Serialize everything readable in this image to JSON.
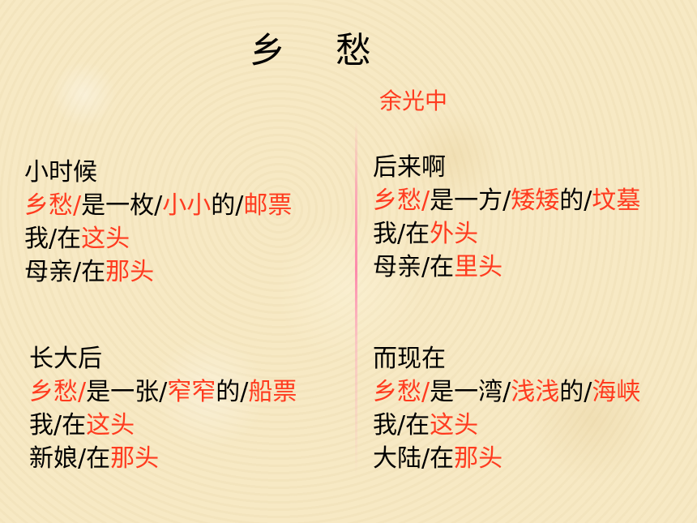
{
  "title": {
    "char1": "乡",
    "char2": "愁"
  },
  "author": "余光中",
  "stanzas": [
    {
      "heading": "小时候",
      "line1": {
        "a": "乡愁/",
        "b": "是一枚/",
        "c": "小小",
        "d": "的/",
        "e": "邮票"
      },
      "line2": {
        "a": "我/在",
        "b": "这头"
      },
      "line3": {
        "a": "母亲/在",
        "b": "那头"
      }
    },
    {
      "heading": "后来啊",
      "line1": {
        "a": "乡愁/",
        "b": "是一方/",
        "c": "矮矮",
        "d": "的/",
        "e": "坟墓"
      },
      "line2": {
        "a": "我/在",
        "b": "外头"
      },
      "line3": {
        "a": "母亲/在",
        "b": "里头"
      }
    },
    {
      "heading": "长大后",
      "line1": {
        "a": "乡愁/",
        "b": "是一张/",
        "c": "窄窄",
        "d": "的/",
        "e": "船票"
      },
      "line2": {
        "a": "我/在",
        "b": "这头"
      },
      "line3": {
        "a": "新娘/在",
        "b": "那头"
      }
    },
    {
      "heading": "而现在",
      "line1": {
        "a": "乡愁/",
        "b": "是一湾/",
        "c": "浅浅",
        "d": "的/",
        "e": "海峡"
      },
      "line2": {
        "a": "我/在",
        "b": "这头"
      },
      "line3": {
        "a": "大陆/在",
        "b": "那头"
      }
    }
  ],
  "colors": {
    "accent": "#ff3b1f",
    "text": "#000000",
    "background": "#f7e9c4",
    "divider": "#ff69a0"
  }
}
